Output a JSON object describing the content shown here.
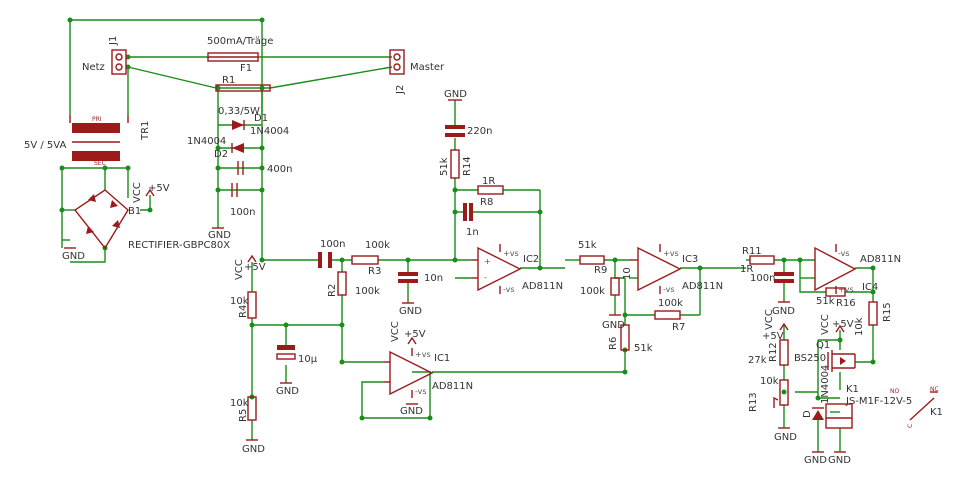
{
  "colors": {
    "wire": "#1a8c1a",
    "part": "#9b1a1a",
    "text": "#333333",
    "background": "#ffffff"
  },
  "labels": {
    "netz": "Netz",
    "j1": "J1",
    "fuse_value": "500mA/Träge",
    "f1": "F1",
    "master": "Master",
    "j2": "J2",
    "r1": "R1",
    "r1_value": "0,33/5W",
    "d1": "D1",
    "d1_value": "1N4004",
    "d2_value": "1N4004",
    "d2": "D2",
    "c_400n": "400n",
    "c_100n_a": "100n",
    "gnd_a": "GND",
    "tr1": "TR1",
    "tr_pri": "PRI",
    "tr_sec": "SEC",
    "tr_rating": "5V / 5VA",
    "vcc_b1": "VCC",
    "plus5v_b1": "+5V",
    "b1": "B1",
    "rectifier": "RECTIFIER-GBPC80X",
    "gnd_b1": "GND",
    "vcc_left": "VCC",
    "plus5v_left": "+5V",
    "r4_value": "10k",
    "r4": "R4",
    "r5_value": "10k",
    "r5": "R5",
    "gnd_left": "GND",
    "c_10u": "10µ",
    "gnd_c10u": "GND",
    "c_100n_b": "100n",
    "r3_value": "100k",
    "r3": "R3",
    "r2": "R2",
    "r2_value": "100k",
    "c_10n": "10n",
    "gnd_10n": "GND",
    "gnd_top": "GND",
    "c_220n": "220n",
    "r14_value": "51k",
    "r14": "R14",
    "r8_value": "1R",
    "r8": "R8",
    "c_1n": "1n",
    "ic2": "IC2",
    "ic2_part": "AD811N",
    "r9_value": "51k",
    "r9": "R9",
    "r10_value": "100k",
    "r10": "10",
    "gnd_r10": "GND",
    "r7_value": "100k",
    "r7": "R7",
    "ic3": "IC3",
    "ic3_part": "AD811N",
    "r6": "R6",
    "r6_value": "51k",
    "vcc_ic1": "VCC",
    "plus5v_ic1": "+5V",
    "ic1": "IC1",
    "ic1_part": "AD811N",
    "gnd_ic1": "GND",
    "r11": "R11",
    "r11_value": "1R",
    "c_100n_c": "100n",
    "gnd_c100n": "GND",
    "ic4_part": "AD811N",
    "ic4": "IC4",
    "r16_value": "51k",
    "r16": "R16",
    "r15": "R15",
    "r15_value": "10k",
    "vcc_r12": "VCC",
    "plus5v_r12": "+5V",
    "r12": "R12",
    "r12_value": "27k",
    "r13_value": "10k",
    "r13": "R13",
    "gnd_r13": "GND",
    "vcc_q1": "VCC",
    "plus5v_q1": "+5V",
    "q1": "Q1",
    "q1_part": "BS250",
    "d_relay": "D",
    "d_relay_value": "1N4004",
    "k1": "K1",
    "relay_part": "JS-M1F-12V-5",
    "gnd_k1_a": "GND",
    "gnd_k1_b": "GND",
    "no": "NO",
    "nc": "NC",
    "k1_contact": "K1",
    "contact_c": "C",
    "pin_plus_vs": "+vs",
    "pin_minus_vs": "-vs",
    "pin_plus": "+",
    "pin_minus": "-"
  }
}
